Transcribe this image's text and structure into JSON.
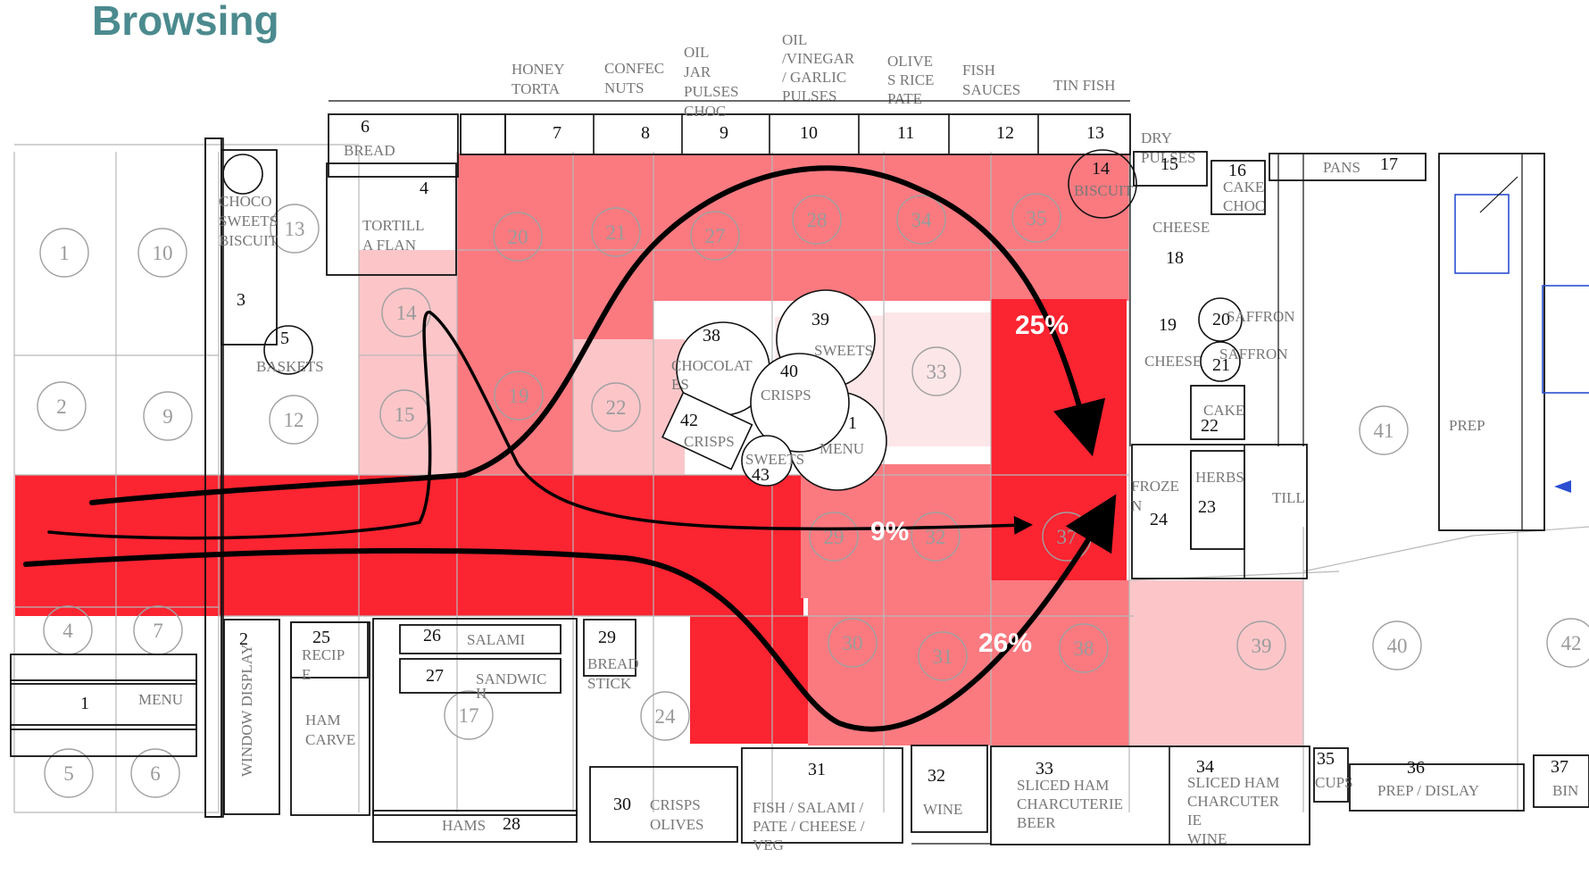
{
  "title": "Browsing",
  "colors": {
    "heat_max": "#fb2431",
    "heat_high": "#fa7a80",
    "heat_mid": "#fcc6c9",
    "heat_low": "#fde6e8",
    "title": "#4b8a8e",
    "flow_arrow": "#000000"
  },
  "flows": [
    {
      "label": "25%"
    },
    {
      "label": "9%"
    },
    {
      "label": "26%"
    }
  ],
  "wall_units": [
    {
      "num": "6",
      "label": "BREAD"
    },
    {
      "num": "4",
      "label": "TORTILL A FLAN"
    },
    {
      "num": "7",
      "label": "HONEY TORTA"
    },
    {
      "num": "8",
      "label": "CONFEC NUTS"
    },
    {
      "num": "9",
      "label": "OIL JAR PULSES CHOC"
    },
    {
      "num": "10",
      "label": "OIL /VINEGAR / GARLIC PULSES"
    },
    {
      "num": "11",
      "label": "OLIVE S RICE PATE"
    },
    {
      "num": "12",
      "label": "FISH SAUCES"
    },
    {
      "num": "13",
      "label": "TIN FISH"
    },
    {
      "num": "14",
      "label": "BISCUIT"
    },
    {
      "num": "15",
      "label": "DRY PULSES"
    },
    {
      "num": "16",
      "label": "CAKE CHOC"
    },
    {
      "num": "17",
      "label": "PANS"
    },
    {
      "num": "18",
      "label": "CHEESE"
    },
    {
      "num": "19",
      "label": "CHEESE"
    },
    {
      "num": "20",
      "label": "SAFFRON"
    },
    {
      "num": "21",
      "label": "SAFFRON"
    },
    {
      "num": "22",
      "label": "CAKE"
    },
    {
      "num": "23",
      "label": "HERBS"
    },
    {
      "num": "24",
      "label": "FROZEN"
    },
    {
      "num": "",
      "label": "TILL"
    },
    {
      "num": "",
      "label": "PREP"
    },
    {
      "num": "3",
      "label": "CHOCO SWEETS BISCUIT"
    },
    {
      "num": "13",
      "label": ""
    },
    {
      "num": "5",
      "label": "BASKETS"
    },
    {
      "num": "38",
      "label": "CHOCOLAT ES"
    },
    {
      "num": "39",
      "label": "SWEETS"
    },
    {
      "num": "41",
      "label": "CHOCOLAT ES"
    },
    {
      "num": "40",
      "label": "CRISPS"
    },
    {
      "num": "42",
      "label": "CRISPS"
    },
    {
      "num": "43",
      "label": "SWEETS"
    },
    {
      "num": "1",
      "label": "MENU"
    },
    {
      "num": "2",
      "label": "WINDOW DISPLAY"
    },
    {
      "num": "25",
      "label": "RECIPE"
    },
    {
      "num": "",
      "label": "HAM CARVE"
    },
    {
      "num": "26",
      "label": "SALAMI"
    },
    {
      "num": "27",
      "label": "SANDWICH"
    },
    {
      "num": "28",
      "label": "HAMS"
    },
    {
      "num": "29",
      "label": "BREAD STICK"
    },
    {
      "num": "30",
      "label": "CRISPS OLIVES"
    },
    {
      "num": "31",
      "label": "FISH / SALAMI / PATE / CHEESE / VEG"
    },
    {
      "num": "32",
      "label": "WINE"
    },
    {
      "num": "33",
      "label": "SLICED HAM CHARCUTERIE BEER"
    },
    {
      "num": "34",
      "label": "SLICED HAM CHARCUTERIE WINE"
    },
    {
      "num": "35",
      "label": "CUPS"
    },
    {
      "num": "36",
      "label": "PREP / DISLAY"
    },
    {
      "num": "37",
      "label": "BIN"
    }
  ],
  "zone_numbers": [
    "1",
    "2",
    "3",
    "4",
    "5",
    "6",
    "7",
    "8",
    "9",
    "10",
    "11",
    "12",
    "13",
    "14",
    "15",
    "16",
    "17",
    "18",
    "19",
    "20",
    "21",
    "22",
    "23",
    "24",
    "25",
    "26",
    "27",
    "28",
    "29",
    "30",
    "31",
    "32",
    "33",
    "34",
    "35",
    "36",
    "37",
    "38",
    "39",
    "40",
    "41",
    "42"
  ]
}
